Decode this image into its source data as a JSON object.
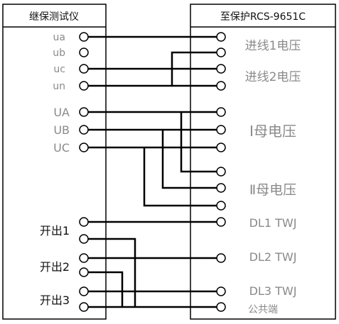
{
  "left_panel": {
    "title": "继保测试仪",
    "terminals": [
      {
        "id": "L_ua",
        "label": "ua"
      },
      {
        "id": "L_ub",
        "label": "ub"
      },
      {
        "id": "L_uc",
        "label": "uc"
      },
      {
        "id": "L_un",
        "label": "un"
      },
      {
        "id": "L_UA",
        "label": "UA"
      },
      {
        "id": "L_UB",
        "label": "UB"
      },
      {
        "id": "L_UC",
        "label": "UC"
      },
      {
        "id": "L_K1a",
        "label": "开出1"
      },
      {
        "id": "L_K1b",
        "label": ""
      },
      {
        "id": "L_K2a",
        "label": "开出2"
      },
      {
        "id": "L_K2b",
        "label": ""
      },
      {
        "id": "L_K3a",
        "label": "开出3"
      },
      {
        "id": "L_K3b",
        "label": ""
      }
    ]
  },
  "right_panel": {
    "title": "至保护RCS-9651C",
    "terminals": [
      {
        "id": "R1"
      },
      {
        "id": "R2"
      },
      {
        "id": "R3"
      },
      {
        "id": "R4"
      },
      {
        "id": "R5"
      },
      {
        "id": "R6"
      },
      {
        "id": "R7"
      },
      {
        "id": "R8"
      },
      {
        "id": "R9"
      },
      {
        "id": "R10"
      },
      {
        "id": "R11"
      },
      {
        "id": "R12"
      },
      {
        "id": "R13"
      },
      {
        "id": "R14"
      }
    ],
    "group_labels": [
      {
        "text": "进线1电压"
      },
      {
        "text": "进线2电压"
      },
      {
        "text": "Ⅰ母电压"
      },
      {
        "text": "Ⅱ母电压"
      },
      {
        "text": "DL1 TWJ"
      },
      {
        "text": "DL2 TWJ"
      },
      {
        "text": "DL3 TWJ"
      },
      {
        "text": "公共端"
      }
    ]
  }
}
